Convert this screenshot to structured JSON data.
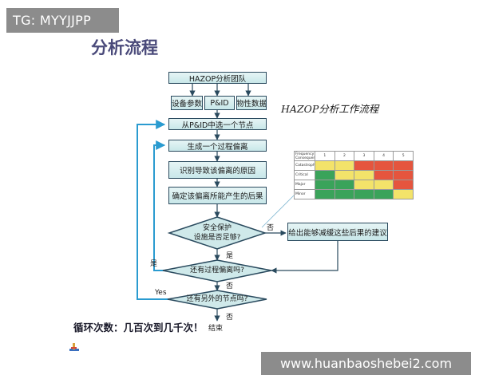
{
  "watermark": {
    "top": "TG: MYYJJPP",
    "bottom": "www.huanbaoshebei2.com"
  },
  "slide": {
    "title": "分析流程",
    "flow_title": "HAZOP分析工作流程",
    "loop_note": "循环次数：几百次到几千次！"
  },
  "flow": {
    "team": "HAZOP分析团队",
    "inputs": [
      "设备参数",
      "P&ID",
      "物性数据"
    ],
    "select_node": "从P&ID中选一个节点",
    "gen_deviation": "生成一个过程偏离",
    "identify_causes": "识别导致该偏离的原因",
    "determine_consequences": "确定该偏离所能产生的后果",
    "safeguard_q": [
      "安全保护",
      "设施是否足够?"
    ],
    "recommend": "给出能够减缓这些后果的建议",
    "more_deviation_q": "还有过程偏离吗?",
    "more_node_q": "还有另外的节点吗?",
    "end": "结束",
    "labels": {
      "no": "否",
      "yes_cn": "是",
      "yes_en": "Yes"
    }
  },
  "risk_matrix": {
    "header": [
      "Frequency\nConsequence",
      "1",
      "2",
      "3",
      "4",
      "5"
    ],
    "rows": [
      {
        "label": "Catastrophic",
        "cells": [
          "yellow",
          "yellow",
          "red",
          "red",
          "red"
        ]
      },
      {
        "label": "Critical",
        "cells": [
          "green",
          "yellow",
          "yellow",
          "red",
          "red"
        ]
      },
      {
        "label": "Major",
        "cells": [
          "green",
          "green",
          "yellow",
          "yellow",
          "red"
        ]
      },
      {
        "label": "Minor",
        "cells": [
          "green",
          "green",
          "green",
          "green",
          "yellow"
        ]
      }
    ],
    "colors": {
      "green": "#3aa35a",
      "yellow": "#f3e36a",
      "red": "#e5553e"
    }
  },
  "icons": {
    "logo": "tray-icon"
  }
}
